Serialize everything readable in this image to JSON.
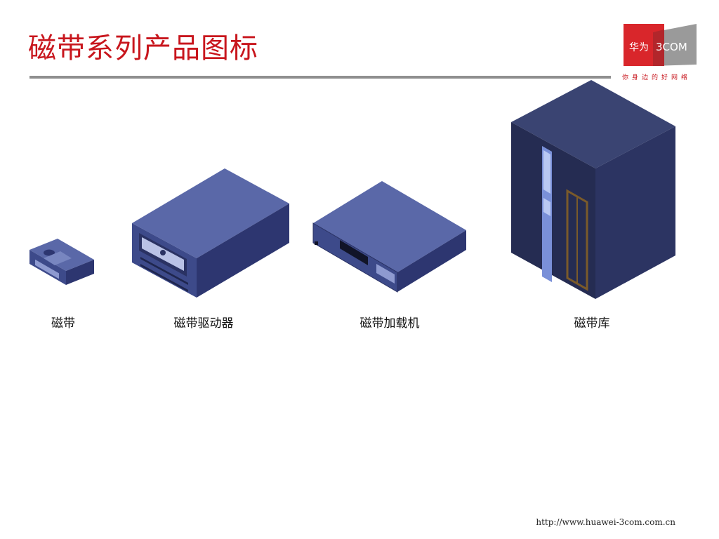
{
  "slide": {
    "title": "磁带系列产品图标",
    "footer_url": "http://www.huawei-3com.com.cn"
  },
  "logo": {
    "brand_cn": "华为",
    "brand_en": "3COM",
    "tagline": "你身边的好网络",
    "colors": {
      "red": "#d9262b",
      "gray": "#9a9a9a"
    }
  },
  "icons": [
    {
      "label": "磁带",
      "icon": "tape-cartridge-icon"
    },
    {
      "label": "磁带驱动器",
      "icon": "tape-drive-icon"
    },
    {
      "label": "磁带加载机",
      "icon": "tape-autoloader-icon"
    },
    {
      "label": "磁带库",
      "icon": "tape-library-icon"
    }
  ],
  "colors": {
    "title": "#c8161d",
    "device_top": "#5a68a8",
    "device_front": "#3d4a8a",
    "device_side": "#2d3670",
    "library_dark": "#252c52"
  }
}
